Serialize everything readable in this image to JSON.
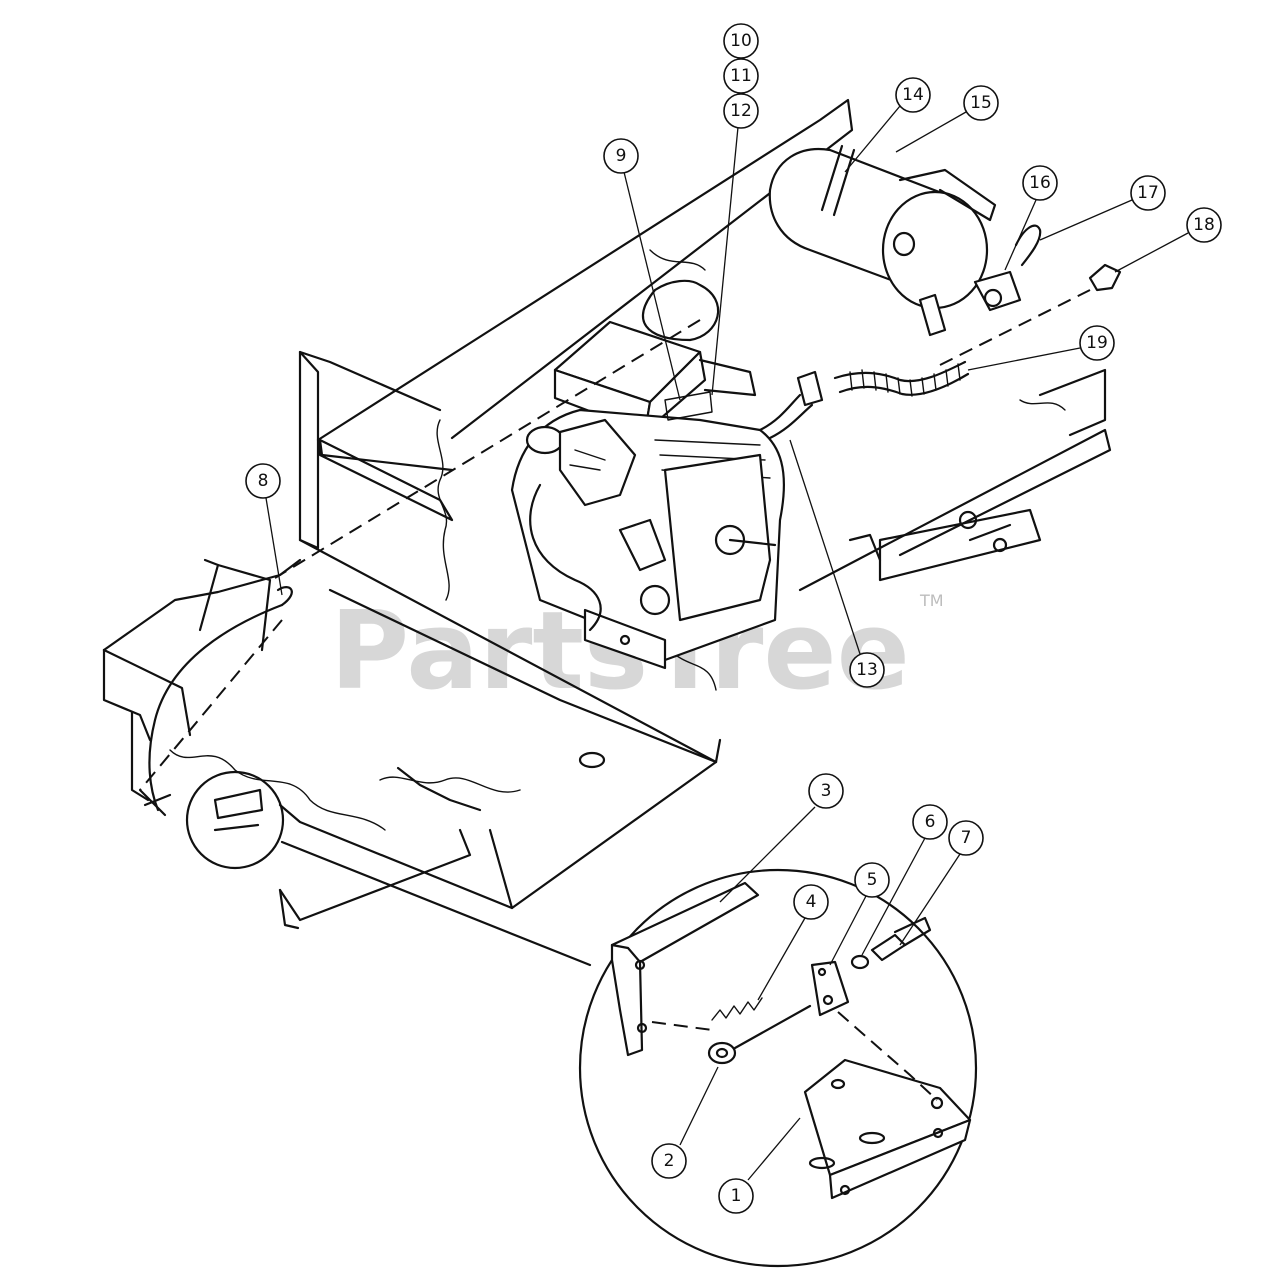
{
  "watermark": {
    "text": "PartsTree",
    "trademark": "TM"
  },
  "callouts": [
    {
      "label": "1"
    },
    {
      "label": "2"
    },
    {
      "label": "3"
    },
    {
      "label": "4"
    },
    {
      "label": "5"
    },
    {
      "label": "6"
    },
    {
      "label": "7"
    },
    {
      "label": "8"
    },
    {
      "label": "9"
    },
    {
      "label": "10"
    },
    {
      "label": "11"
    },
    {
      "label": "12"
    },
    {
      "label": "13"
    },
    {
      "label": "14"
    },
    {
      "label": "15"
    },
    {
      "label": "16"
    },
    {
      "label": "17"
    },
    {
      "label": "18"
    },
    {
      "label": "19"
    }
  ]
}
